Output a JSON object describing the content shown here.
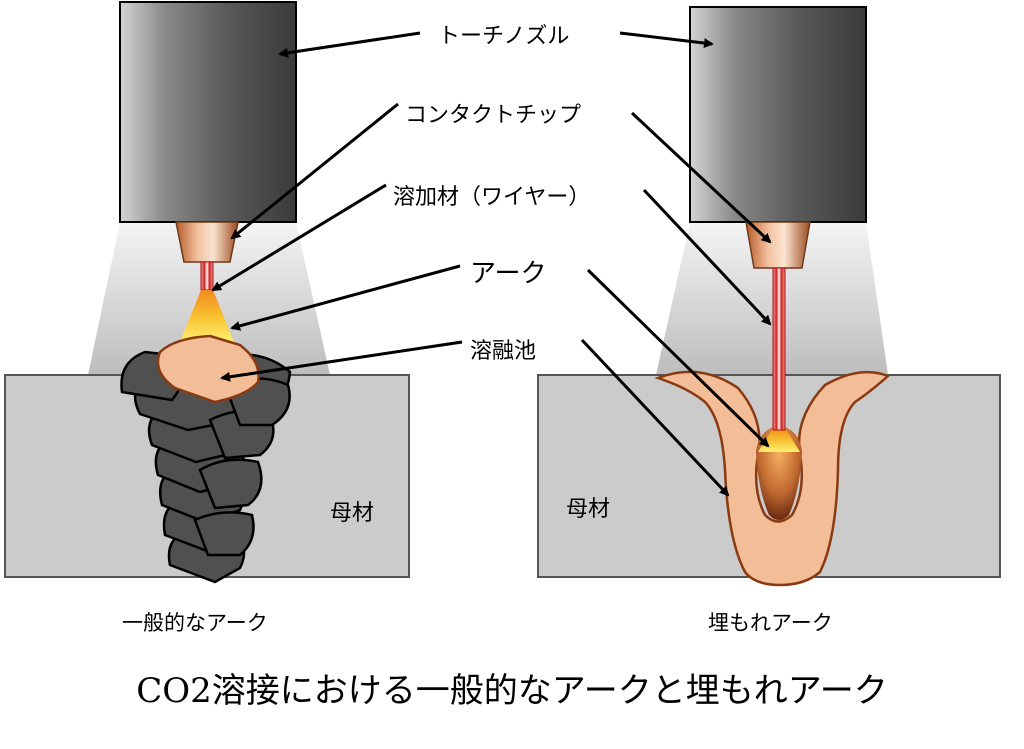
{
  "labels": {
    "torch_nozzle": "トーチノズル",
    "contact_tip": "コンタクトチップ",
    "filler_wire": "溶加材（ワイヤー）",
    "arc": "アーク",
    "weld_pool": "溶融池",
    "base_metal_left": "母材",
    "base_metal_right": "母材"
  },
  "captions": {
    "left": "一般的なアーク",
    "right": "埋もれアーク"
  },
  "title": "CO2溶接における一般的なアークと埋もれアーク"
}
